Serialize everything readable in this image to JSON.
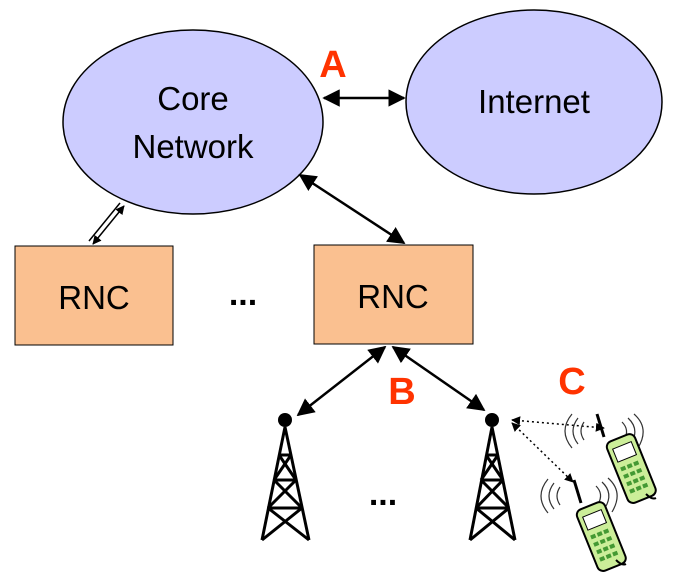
{
  "nodes": {
    "core_network": {
      "line1": "Core",
      "line2": "Network"
    },
    "internet": {
      "label": "Internet"
    },
    "rnc_left": {
      "label": "RNC"
    },
    "rnc_right": {
      "label": "RNC"
    }
  },
  "interfaces": {
    "a": "A",
    "b": "B",
    "c": "C"
  },
  "ellipses": {
    "rnc_row": "...",
    "tower_row": "..."
  },
  "colors": {
    "cloud_fill": "#ccccff",
    "rnc_fill": "#fac090",
    "marker": "#ff3300",
    "phone_body": "#ccee99",
    "phone_accent": "#449933"
  }
}
